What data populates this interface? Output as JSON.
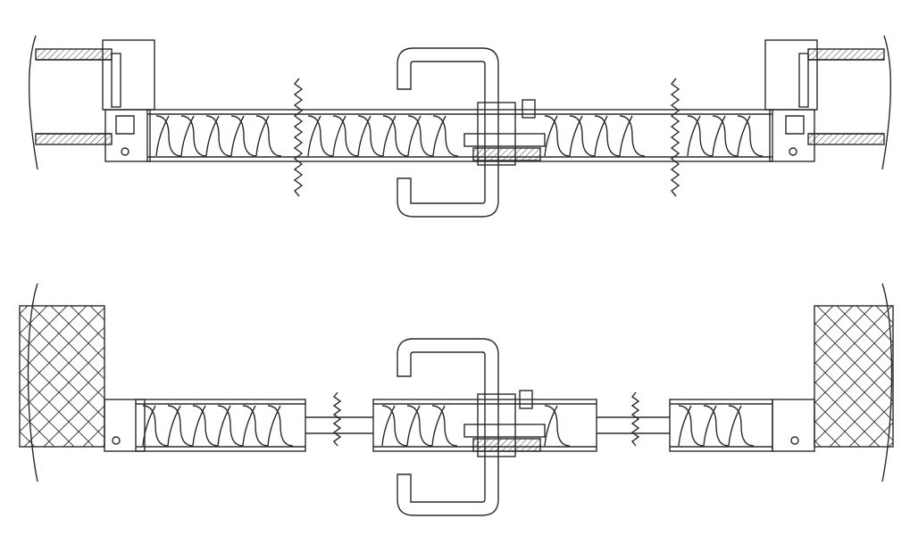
{
  "diagram": {
    "kind": "technical section drawing",
    "colors": {
      "line": "#2a2a2a",
      "background": "#ffffff",
      "wall_fill": "#f4f4f4"
    },
    "details": [
      {
        "id": "top-section",
        "wall_type": "masonry-with-frame",
        "handle": "u-pull-handle"
      },
      {
        "id": "bottom-section",
        "wall_type": "crosshatched-block",
        "handle": "u-pull-handle"
      }
    ],
    "icons": [
      "insulation-wave-icon",
      "break-line-icon",
      "u-handle-icon",
      "lock-cylinder-icon",
      "seal-gasket-icon"
    ]
  }
}
